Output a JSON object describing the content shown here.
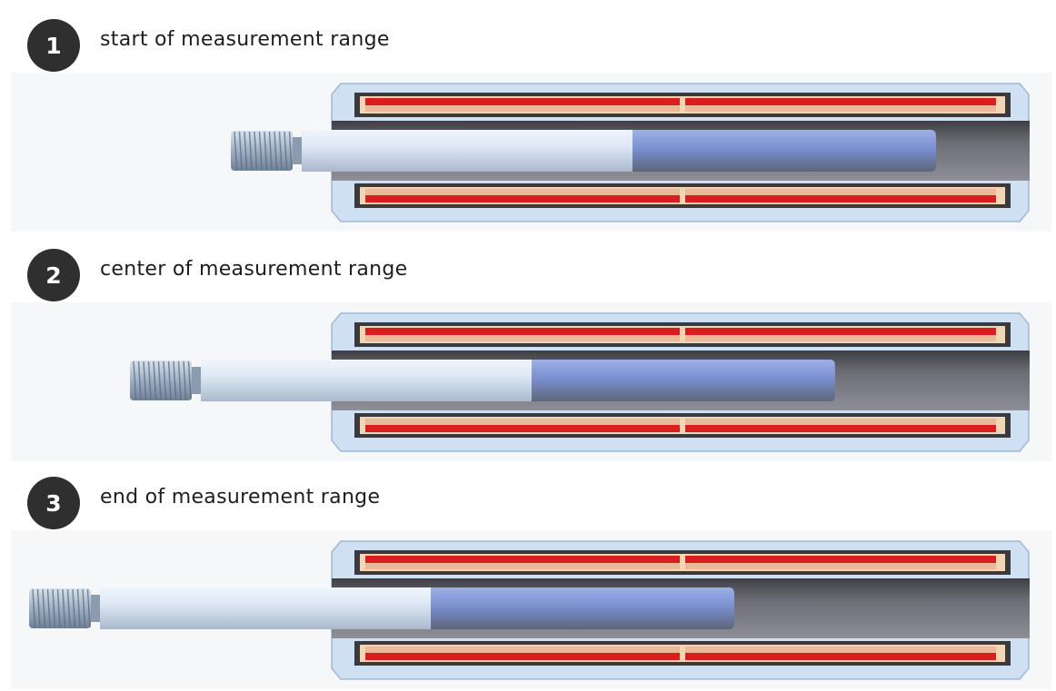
{
  "steps": [
    {
      "number": "1",
      "label": "start of measurement range",
      "plunger_position": 0.0
    },
    {
      "number": "2",
      "label": "center of measurement range",
      "plunger_position": 0.5
    },
    {
      "number": "3",
      "label": "end of measurement range",
      "plunger_position": 1.0
    }
  ],
  "colors": {
    "badge": "#2f2f2f",
    "housing": "#cfe0f3",
    "housing_edge": "#9fb8d6",
    "coil_red": "#d81e1e",
    "coil_tan": "#eab89a",
    "bore_dark": "#4a4a50",
    "rod_light": "#dde8f4",
    "core_blue": "#7a8fd0"
  },
  "icons": {
    "thread": "threaded-end-icon"
  }
}
